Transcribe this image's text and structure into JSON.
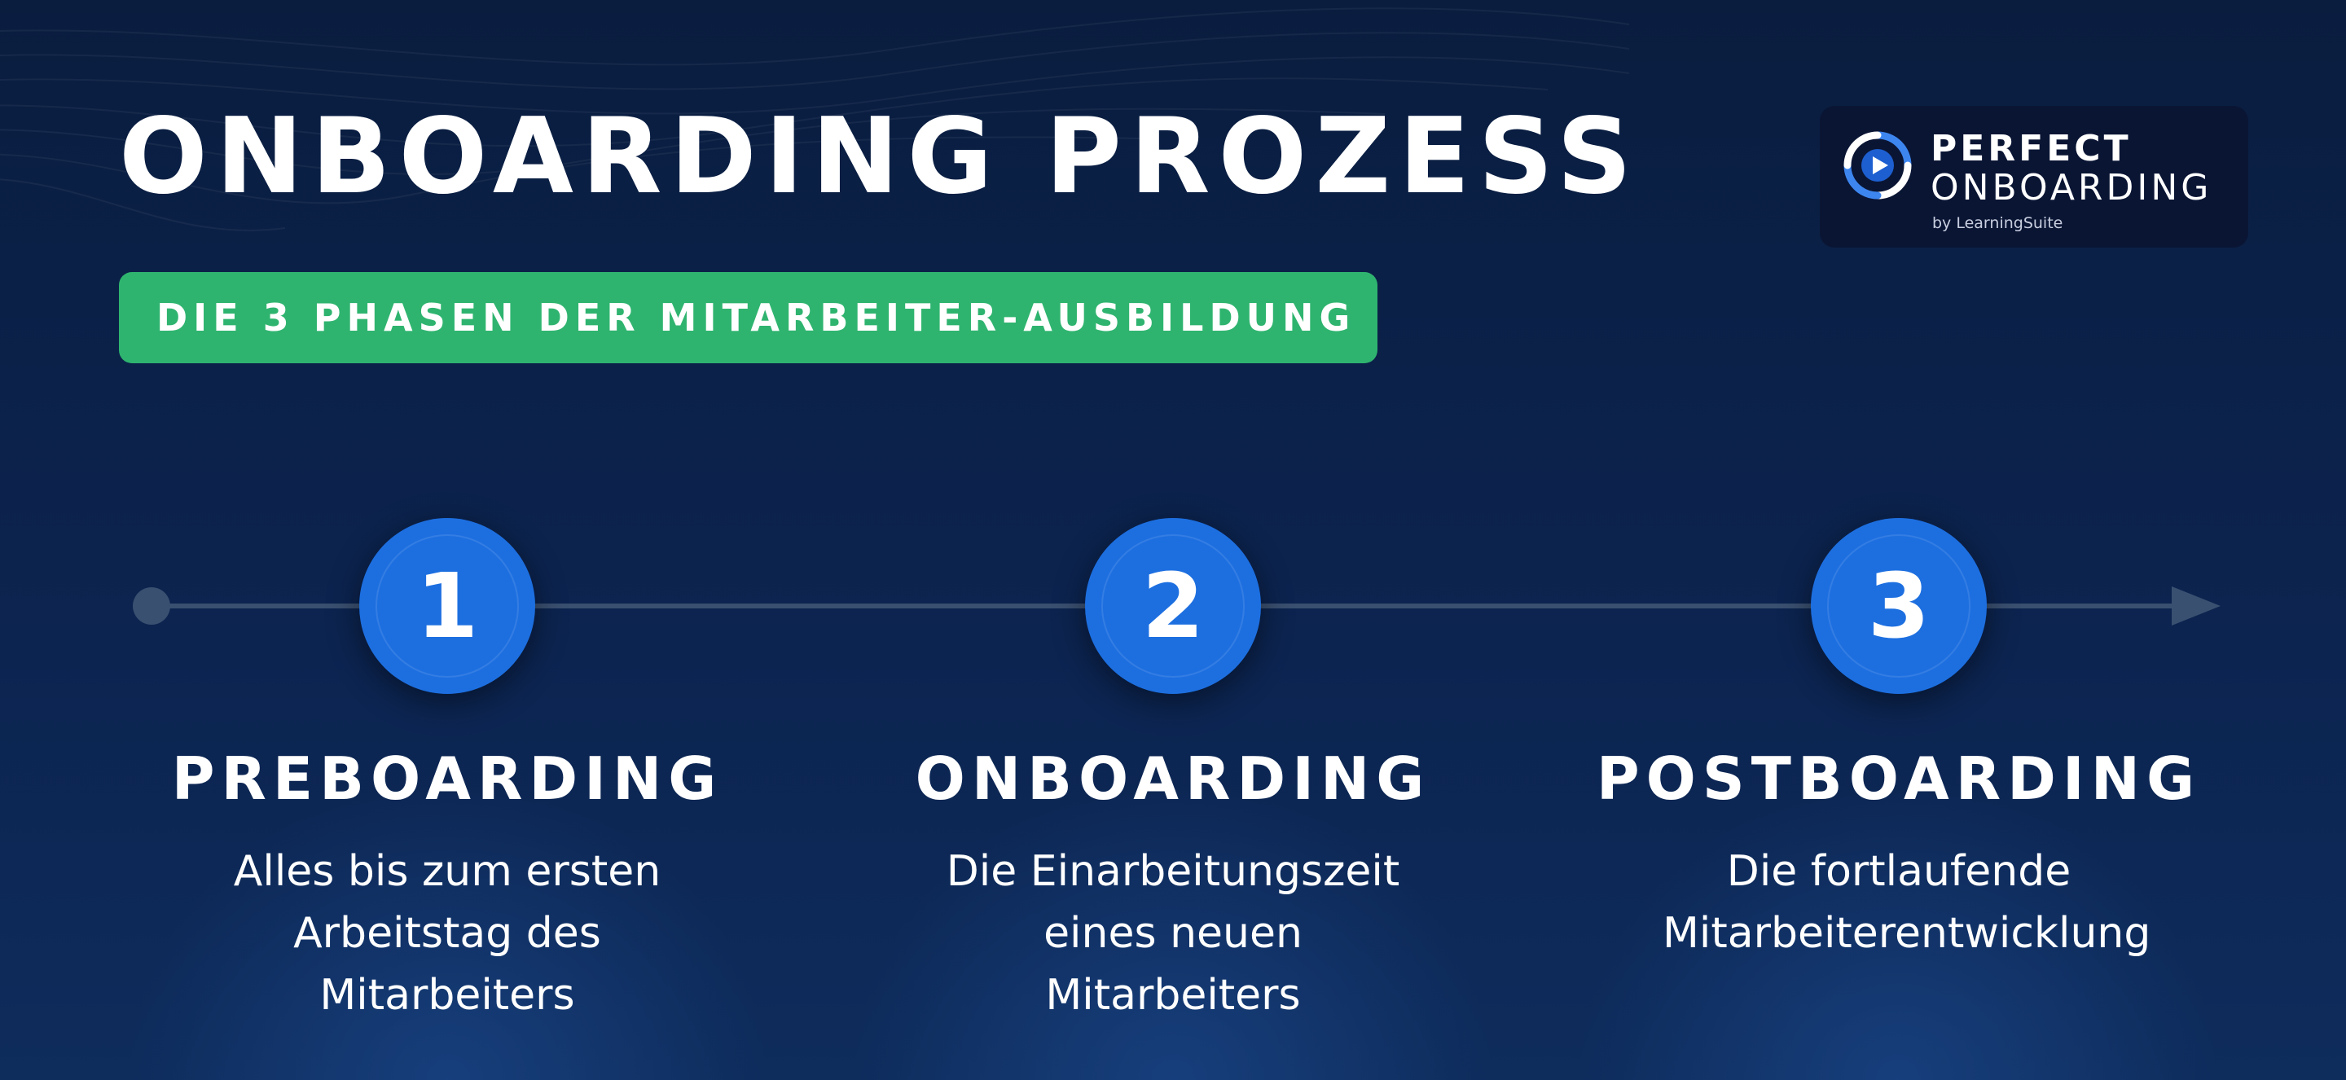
{
  "header": {
    "title": "ONBOARDING PROZESS",
    "subtitle": "DIE 3 PHASEN DER MITARBEITER-AUSBILDUNG"
  },
  "logo": {
    "line1": "PERFECT",
    "line2": "ONBOARDING",
    "byline": "by LearningSuite",
    "icon": "play-swirl-icon"
  },
  "phases": [
    {
      "number": "1",
      "title": "PREBOARDING",
      "description": "Alles bis zum ersten Arbeitstag des Mitarbeiters"
    },
    {
      "number": "2",
      "title": "ONBOARDING",
      "description": "Die Einarbeitungszeit eines neuen Mitarbeiters"
    },
    {
      "number": "3",
      "title": "POSTBOARDING",
      "description": "Die fortlaufende Mitarbeiterentwicklung"
    }
  ],
  "colors": {
    "background": "#0b2146",
    "accent_green": "#2fb46f",
    "accent_blue": "#1d6fe0",
    "timeline": "#3a5070"
  }
}
